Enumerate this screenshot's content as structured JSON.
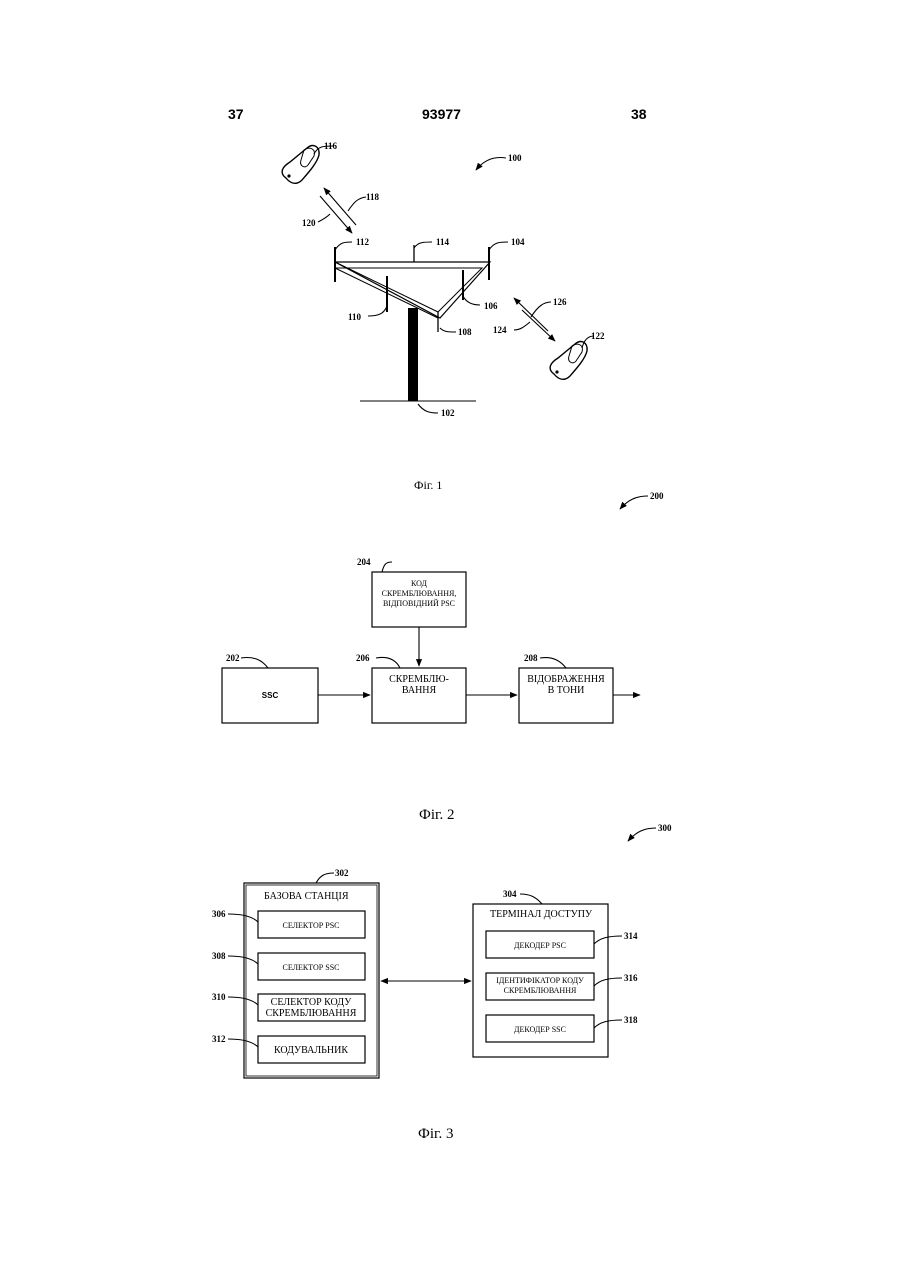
{
  "header": {
    "left_page": "37",
    "patent_number": "93977",
    "right_page": "38"
  },
  "fig1": {
    "caption": "Фіг. 1",
    "refs": {
      "r100": "100",
      "r102": "102",
      "r104": "104",
      "r106": "106",
      "r108": "108",
      "r110": "110",
      "r112": "112",
      "r114": "114",
      "r116": "116",
      "r118": "118",
      "r120": "120",
      "r122": "122",
      "r124": "124",
      "r126": "126"
    }
  },
  "fig2": {
    "caption": "Фіг. 2",
    "ref_200": "200",
    "block_204": {
      "ref": "204",
      "line1": "КОД",
      "line2": "СКРЕМБЛЮВАННЯ,",
      "line3": "ВІДПОВІДНИЙ PSC"
    },
    "block_202": {
      "ref": "202",
      "label": "SSC"
    },
    "block_206": {
      "ref": "206",
      "line1": "СКРЕМБЛЮ-",
      "line2": "ВАННЯ"
    },
    "block_208": {
      "ref": "208",
      "line1": "ВІДОБРАЖЕННЯ",
      "line2": "В ТОНИ"
    }
  },
  "fig3": {
    "caption": "Фіг. 3",
    "ref_300": "300",
    "base_station": {
      "ref": "302",
      "title": "БАЗОВА СТАНЦІЯ",
      "psc_selector": {
        "ref": "306",
        "label": "СЕЛЕКТОР PSC"
      },
      "ssc_selector": {
        "ref": "308",
        "label": "СЕЛЕКТОР SSC"
      },
      "code_selector": {
        "ref": "310",
        "line1": "СЕЛЕКТОР КОДУ",
        "line2": "СКРЕМБЛЮВАННЯ"
      },
      "encoder": {
        "ref": "312",
        "label": "КОДУВАЛЬНИК"
      }
    },
    "access_terminal": {
      "ref": "304",
      "title": "ТЕРМІНАЛ ДОСТУПУ",
      "psc_decoder": {
        "ref": "314",
        "label": "ДЕКОДЕР PSC"
      },
      "code_identifier": {
        "ref": "316",
        "line1": "ІДЕНТИФІКАТОР КОДУ",
        "line2": "СКРЕМБЛЮВАННЯ"
      },
      "ssc_decoder": {
        "ref": "318",
        "label": "ДЕКОДЕР SSC"
      }
    }
  }
}
